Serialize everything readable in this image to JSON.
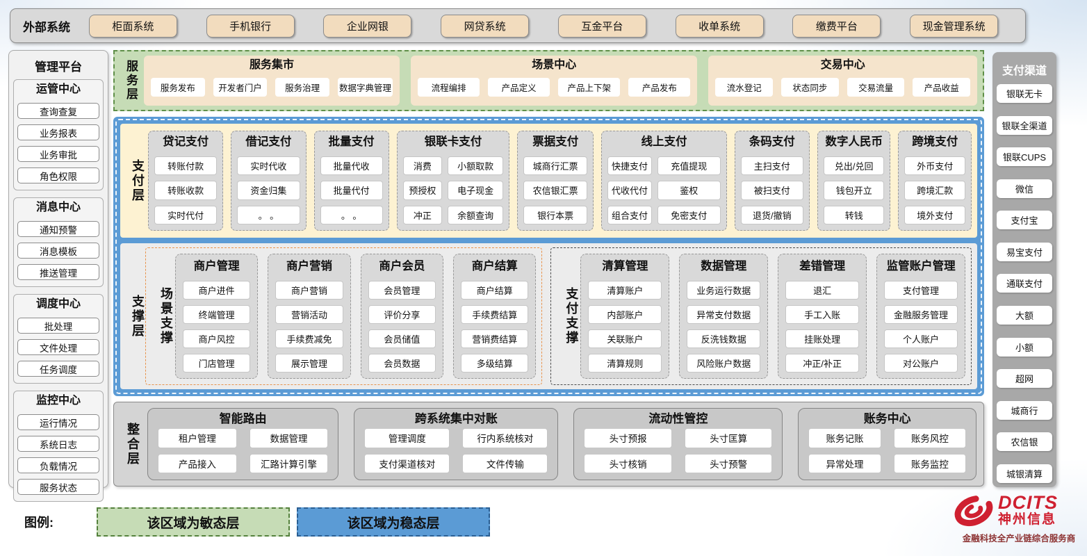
{
  "colors": {
    "accent_blue": "#5b9bd5",
    "accent_green_bg": "#c6dcb6",
    "accent_green_border": "#538135",
    "tan_box": "#f5e4cc",
    "tan_button": "#f2dcbe",
    "cream_panel": "#fdf2d2",
    "grey_column": "#d9d9d9",
    "orange_dash": "#e8924a",
    "brand_red": "#cf2030"
  },
  "external_systems": {
    "label": "外部系统",
    "items": [
      "柜面系统",
      "手机银行",
      "企业网银",
      "网贷系统",
      "互金平台",
      "收单系统",
      "缴费平台",
      "现金管理系统"
    ]
  },
  "management_platform": {
    "title": "管理平台",
    "groups": [
      {
        "title": "运管中心",
        "items": [
          "查询查复",
          "业务报表",
          "业务审批",
          "角色权限"
        ]
      },
      {
        "title": "消息中心",
        "items": [
          "通知预警",
          "消息模板",
          "推送管理"
        ]
      },
      {
        "title": "调度中心",
        "items": [
          "批处理",
          "文件处理",
          "任务调度"
        ]
      },
      {
        "title": "监控中心",
        "items": [
          "运行情况",
          "系统日志",
          "负载情况",
          "服务状态"
        ]
      }
    ]
  },
  "service_layer": {
    "label": "服务层",
    "groups": [
      {
        "title": "服务集市",
        "items": [
          "服务发布",
          "开发者门户",
          "服务治理",
          "数据字典管理"
        ]
      },
      {
        "title": "场景中心",
        "items": [
          "流程编排",
          "产品定义",
          "产品上下架",
          "产品发布"
        ]
      },
      {
        "title": "交易中心",
        "items": [
          "流水登记",
          "状态同步",
          "交易流量",
          "产品收益"
        ]
      }
    ]
  },
  "payment_layer": {
    "label": "支付层",
    "columns": [
      {
        "title": "贷记支付",
        "flex": 1,
        "rows": [
          [
            "转账付款"
          ],
          [
            "转账收款"
          ],
          [
            "实时代付"
          ]
        ]
      },
      {
        "title": "借记支付",
        "flex": 1,
        "rows": [
          [
            "实时代收"
          ],
          [
            "资金归集"
          ],
          [
            "。 。"
          ]
        ]
      },
      {
        "title": "批量支付",
        "flex": 1,
        "rows": [
          [
            "批量代收"
          ],
          [
            "批量代付"
          ],
          [
            "。 。"
          ]
        ]
      },
      {
        "title": "银联卡支付",
        "flex": 1.6,
        "rows": [
          [
            "消费",
            "小额取款"
          ],
          [
            "预授权",
            "电子现金"
          ],
          [
            "冲正",
            "余额查询"
          ]
        ]
      },
      {
        "title": "票据支付",
        "flex": 1.02,
        "rows": [
          [
            "城商行汇票"
          ],
          [
            "农信银汇票"
          ],
          [
            "银行本票"
          ]
        ]
      },
      {
        "title": "线上支付",
        "flex": 1.8,
        "rows": [
          [
            "快捷支付",
            "充值提现"
          ],
          [
            "代收代付",
            "鉴权"
          ],
          [
            "组合支付",
            "免密支付"
          ]
        ]
      },
      {
        "title": "条码支付",
        "flex": 1,
        "rows": [
          [
            "主扫支付"
          ],
          [
            "被扫支付"
          ],
          [
            "退货/撤销"
          ]
        ]
      },
      {
        "title": "数字人民币",
        "flex": 0.97,
        "rows": [
          [
            "兑出/兑回"
          ],
          [
            "钱包开立"
          ],
          [
            "转钱"
          ]
        ]
      },
      {
        "title": "跨境支付",
        "flex": 0.97,
        "rows": [
          [
            "外币支付"
          ],
          [
            "跨境汇款"
          ],
          [
            "境外支付"
          ]
        ]
      }
    ]
  },
  "support_layer": {
    "label": "支撑层",
    "groups": [
      {
        "label": "场景支撑",
        "accent": "orange",
        "columns": [
          {
            "title": "商户管理",
            "items": [
              "商户进件",
              "终端管理",
              "商户风控",
              "门店管理"
            ]
          },
          {
            "title": "商户营销",
            "items": [
              "商户营销",
              "营销活动",
              "手续费减免",
              "展示管理"
            ]
          },
          {
            "title": "商户会员",
            "items": [
              "会员管理",
              "评价分享",
              "会员储值",
              "会员数据"
            ]
          },
          {
            "title": "商户结算",
            "items": [
              "商户结算",
              "手续费结算",
              "营销费结算",
              "多级结算"
            ]
          }
        ]
      },
      {
        "label": "支付支撑",
        "accent": "dark",
        "columns": [
          {
            "title": "清算管理",
            "items": [
              "清算账户",
              "内部账户",
              "关联账户",
              "清算规则"
            ]
          },
          {
            "title": "数据管理",
            "items": [
              "业务运行数据",
              "异常支付数据",
              "反洗钱数据",
              "风险账户数据"
            ]
          },
          {
            "title": "差错管理",
            "items": [
              "退汇",
              "手工入账",
              "挂账处理",
              "冲正/补正"
            ]
          },
          {
            "title": "监管账户管理",
            "items": [
              "支付管理",
              "金融服务管理",
              "个人账户",
              "对公账户"
            ]
          }
        ]
      }
    ]
  },
  "integration_layer": {
    "label": "整合层",
    "groups": [
      {
        "title": "智能路由",
        "items": [
          "租户管理",
          "数据管理",
          "产品接入",
          "汇路计算引擎"
        ]
      },
      {
        "title": "跨系统集中对账",
        "items": [
          "管理调度",
          "行内系统核对",
          "支付渠道核对",
          "文件传输"
        ]
      },
      {
        "title": "流动性管控",
        "items": [
          "头寸预报",
          "头寸匡算",
          "头寸核销",
          "头寸预警"
        ]
      },
      {
        "title": "账务中心",
        "items": [
          "账务记账",
          "账务风控",
          "异常处理",
          "账务监控"
        ]
      }
    ]
  },
  "payment_channels": {
    "title": "支付渠道",
    "items": [
      "银联无卡",
      "银联全渠道",
      "银联CUPS",
      "微信",
      "支付宝",
      "易宝支付",
      "通联支付",
      "大额",
      "小额",
      "超网",
      "城商行",
      "农信银",
      "城银清算"
    ]
  },
  "legend": {
    "label": "图例:",
    "items": [
      {
        "text": "该区域为敏态层",
        "type": "agile"
      },
      {
        "text": "该区域为稳态层",
        "type": "stable"
      }
    ]
  },
  "logo": {
    "brand": "DCITS",
    "company": "神州信息",
    "tagline": "金融科技全产业链综合服务商"
  }
}
